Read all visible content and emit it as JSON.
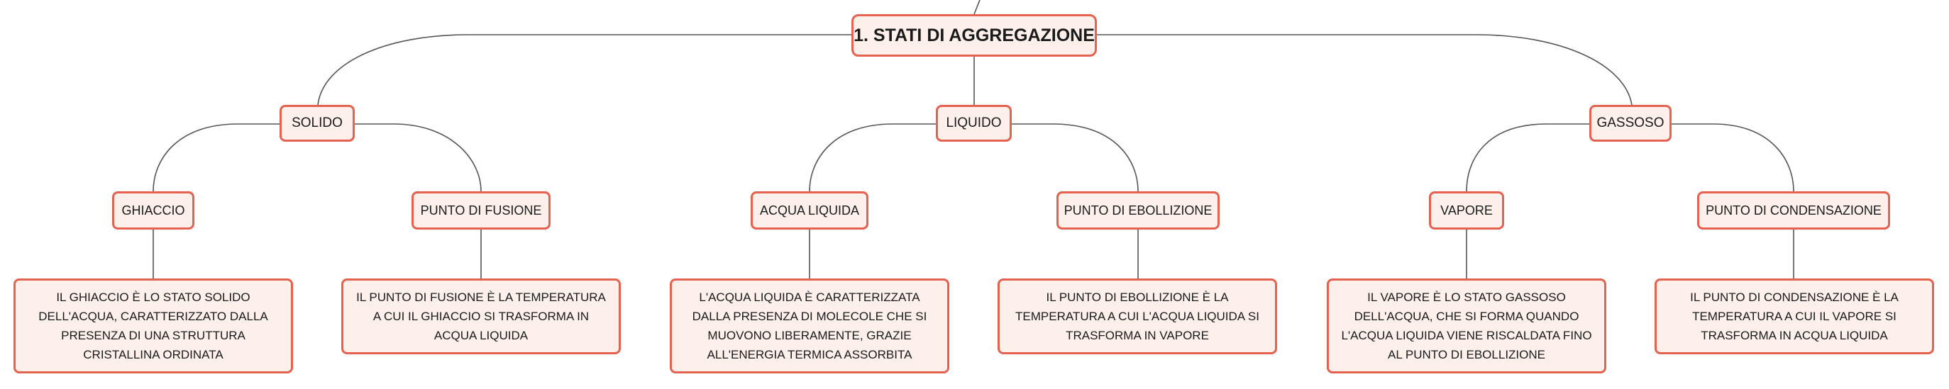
{
  "colors": {
    "node_fill": "#fdf0eb",
    "node_border": "#e4624f",
    "connector": "#555555",
    "text": "#1a1a1a"
  },
  "root": {
    "label": "1. STATI DI AGGREGAZIONE"
  },
  "branches": [
    {
      "label": "SOLIDO",
      "children": [
        {
          "label": "GHIACCIO",
          "detail": "IL GHIACCIO È LO STATO SOLIDO DELL'ACQUA, CARATTERIZZATO DALLA PRESENZA DI UNA STRUTTURA CRISTALLINA ORDINATA"
        },
        {
          "label": "PUNTO DI FUSIONE",
          "detail": "IL PUNTO DI FUSIONE È LA TEMPERATURA A CUI IL GHIACCIO SI TRASFORMA IN ACQUA LIQUIDA"
        }
      ]
    },
    {
      "label": "LIQUIDO",
      "children": [
        {
          "label": "ACQUA LIQUIDA",
          "detail": "L'ACQUA LIQUIDA È CARATTERIZZATA DALLA PRESENZA DI MOLECOLE CHE SI MUOVONO LIBERAMENTE, GRAZIE ALL'ENERGIA TERMICA ASSORBITA"
        },
        {
          "label": "PUNTO DI EBOLLIZIONE",
          "detail": "IL PUNTO DI EBOLLIZIONE È LA TEMPERATURA A CUI L'ACQUA LIQUIDA SI TRASFORMA IN VAPORE"
        }
      ]
    },
    {
      "label": "GASSOSO",
      "children": [
        {
          "label": "VAPORE",
          "detail": "IL VAPORE È LO STATO GASSOSO DELL'ACQUA, CHE SI FORMA QUANDO L'ACQUA LIQUIDA VIENE RISCALDATA FINO AL PUNTO DI EBOLLIZIONE"
        },
        {
          "label": "PUNTO DI CONDENSAZIONE",
          "detail": "IL PUNTO DI CONDENSAZIONE È LA TEMPERATURA A CUI IL VAPORE SI TRASFORMA IN ACQUA LIQUIDA"
        }
      ]
    }
  ]
}
